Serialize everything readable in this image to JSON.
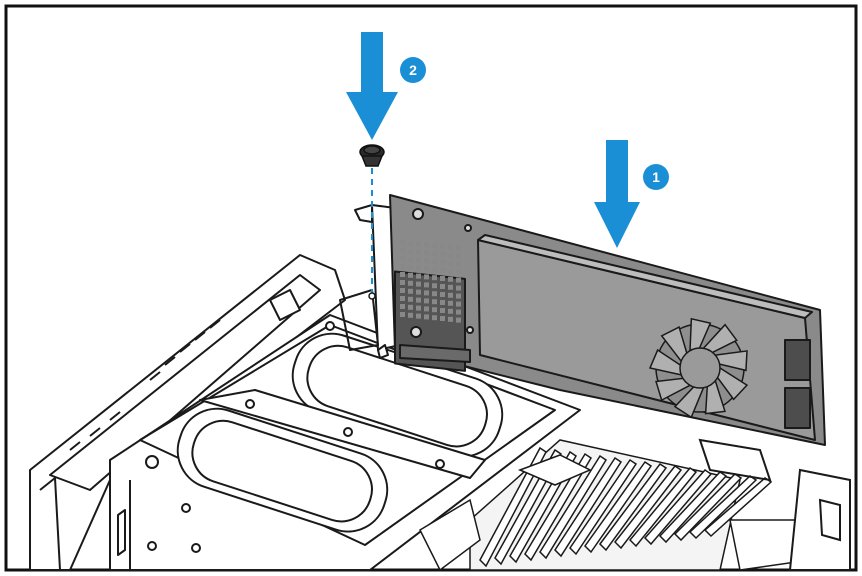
{
  "steps": [
    {
      "number": "1",
      "action": "insert-card"
    },
    {
      "number": "2",
      "action": "fasten-screw"
    }
  ],
  "colors": {
    "accent": "#1b8fd6",
    "line": "#1a1a1a",
    "card": "#8a8a8a",
    "card_dark": "#5e5e5e",
    "frame": "#111111"
  }
}
